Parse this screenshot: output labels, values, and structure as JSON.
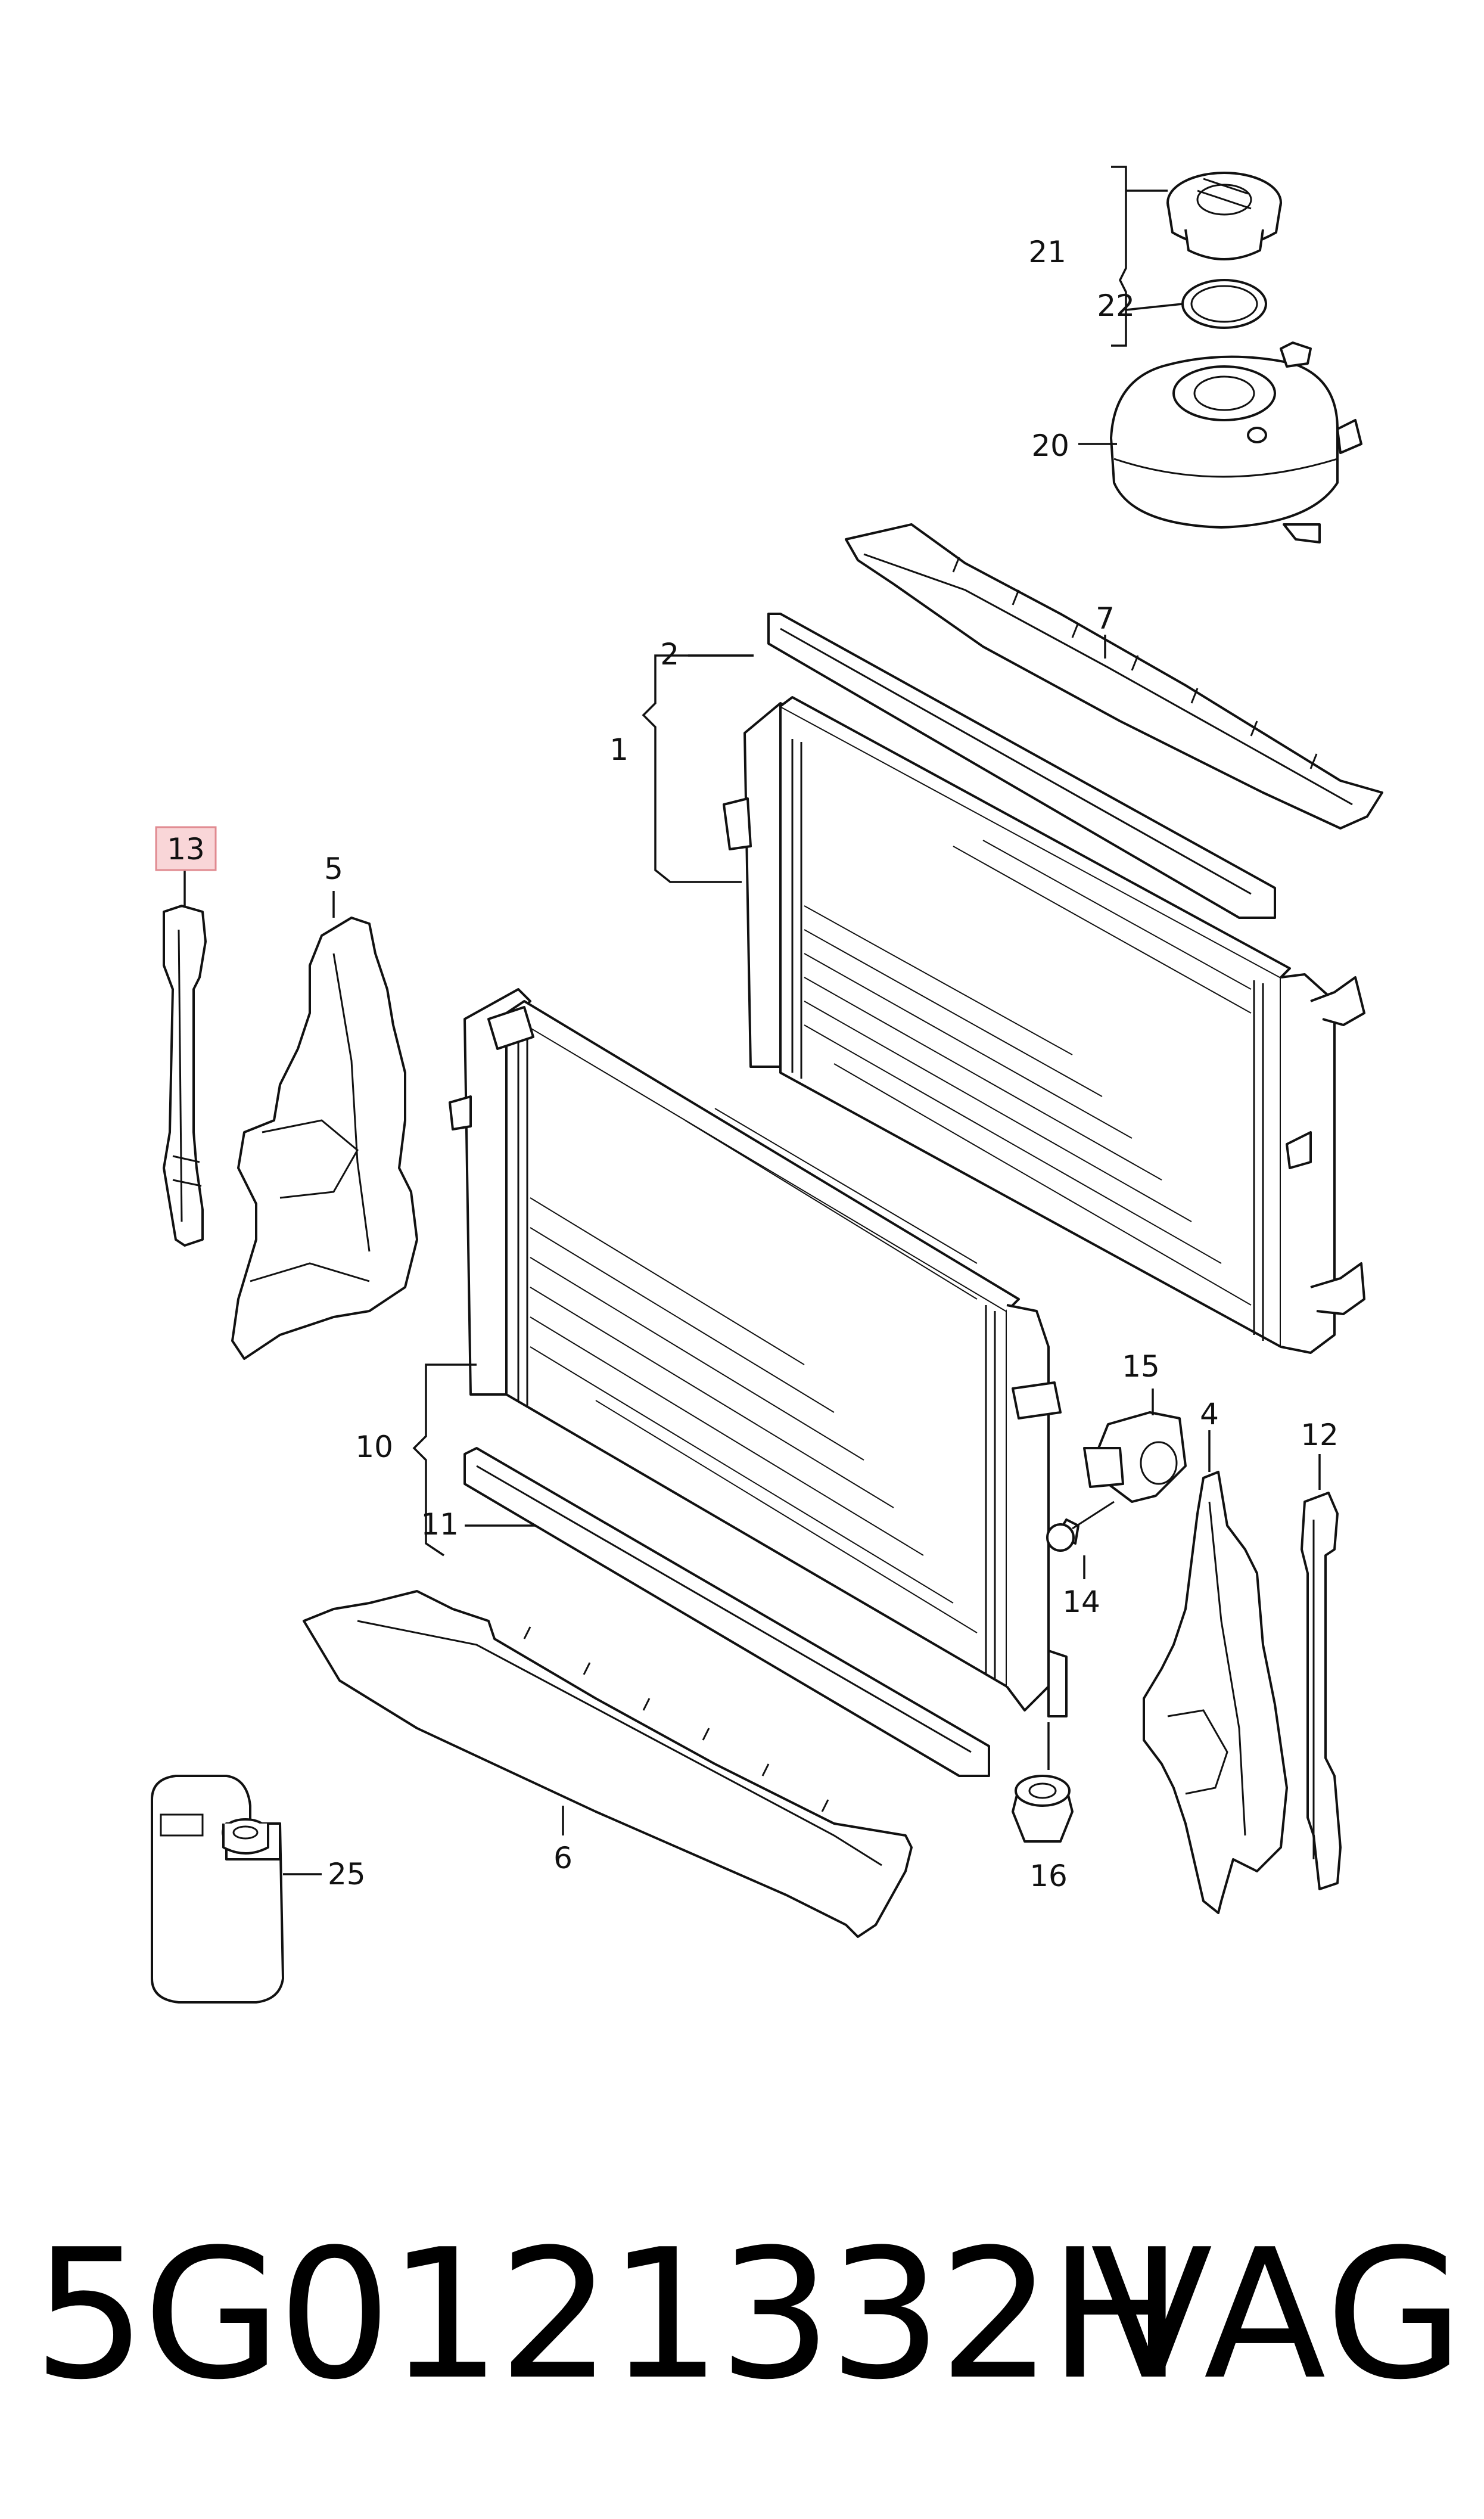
{
  "callouts": {
    "c1": "1",
    "c2": "2",
    "c4": "4",
    "c5": "5",
    "c6": "6",
    "c7": "7",
    "c10": "10",
    "c11": "11",
    "c12": "12",
    "c13": "13",
    "c14": "14",
    "c15": "15",
    "c16": "16",
    "c20": "20",
    "c21": "21",
    "c22": "22",
    "c25": "25"
  },
  "highlight": {
    "callout": "13",
    "fill": "#f9d6d8",
    "stroke": "#e08a90"
  },
  "footer": {
    "part_number": "5G0121332H",
    "brand": "VAG"
  }
}
